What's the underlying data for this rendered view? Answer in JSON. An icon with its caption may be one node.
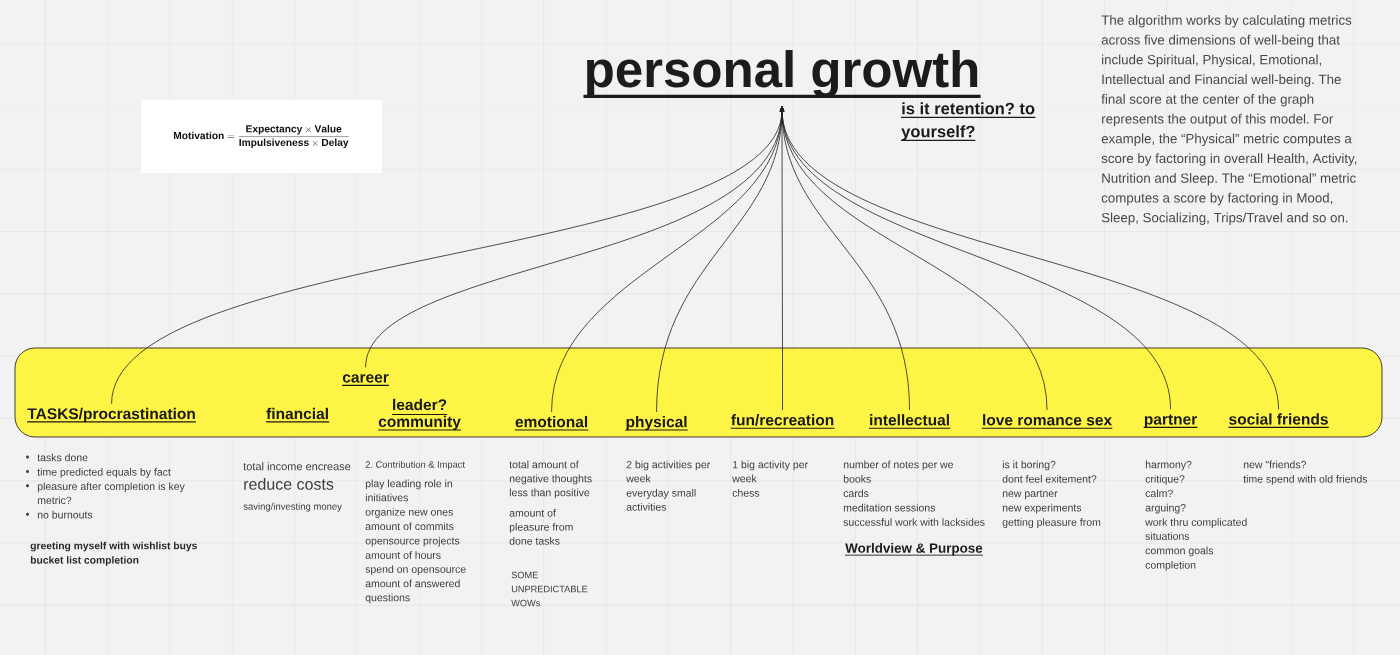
{
  "diagram": {
    "nodes": [
      {
        "text": [
          "personal growth"
        ]
      },
      {
        "text": [
          "\\mathbf{Motivation} = \\frac{\\mathbf{Expectancy} \\times \\mathbf{Value}}{\\mathbf{Impulsiveness} \\times \\mathbf{Delay}}"
        ]
      },
      {
        "text": [],
        "shape": "box"
      },
      {
        "text": [
          "TASKS/procrastination"
        ],
        "in": 2
      },
      {
        "text": [
          "financial"
        ],
        "in": 2
      },
      {
        "text": [
          "career"
        ],
        "in": 2
      },
      {
        "text": [
          "leader? community"
        ],
        "in": 2
      },
      {
        "text": [
          "emotional"
        ],
        "in": 2
      },
      {
        "text": [
          "physical"
        ],
        "in": 2
      },
      {
        "text": [
          "fun/recreation"
        ],
        "in": 2
      },
      {
        "text": [
          "intellectual"
        ],
        "in": 2
      },
      {
        "text": [
          "love romance sex"
        ],
        "in": 2
      },
      {
        "text": [
          "partner"
        ],
        "in": 2
      },
      {
        "text": [
          "social friends"
        ],
        "in": 2
      }
    ],
    "edges": [
      {
        "from": 3,
        "to": 0,
        "arrow": "to"
      },
      {
        "from": 5,
        "to": 0,
        "arrow": "to"
      },
      {
        "from": 7,
        "to": 0,
        "arrow": "to"
      },
      {
        "from": 8,
        "to": 0,
        "arrow": "to"
      },
      {
        "from": 9,
        "to": 0,
        "arrow": "to"
      },
      {
        "from": 10,
        "to": 0,
        "arrow": "to"
      },
      {
        "from": 11,
        "to": 0,
        "arrow": "to"
      },
      {
        "from": 12,
        "to": 0,
        "arrow": "to"
      },
      {
        "from": 13,
        "to": 0,
        "arrow": "to"
      }
    ],
    "labels": [
      "is it retention? to yourself?",
      "The algorithm works by calculating metrics across five dimensions of well-being that include Spiritual, Physical, Emotional, Intellectual and Financial well-being. The final score at the center of the graph represents the output of this model. For example, the “Physical” metric computes a score by factoring in overall Health, Activity, Nutrition and Sleep. The “Emotional” metric computes a score by factoring in Mood, Sleep, Socializing, Trips/Travel and so on.",
      "tasks done",
      "time predicted equals by fact",
      "pleasure after completion is key metric?",
      "no burnouts",
      "greeting myself with wishlist buys",
      "bucket list completion",
      "total income encrease",
      "reduce costs",
      "saving/investing money",
      "2. Contribution & Impact",
      "play leading role in initiatives",
      "organize new ones",
      "amount of commits",
      "opensource projects",
      "amount of hours spend on opensource",
      "amount of answered questions",
      "total amount of negative thoughts less than positive",
      "amount of pleasure from done tasks",
      "SOME UNPREDICTABLE WOWs",
      "2 big activities per week",
      "everyday small activities",
      "1 big activity per week",
      "chess",
      "number of notes per we",
      "books",
      "cards",
      "meditation sessions",
      "successful work with lacksides",
      "Worldview & Purpose",
      "is it boring?",
      "dont feel exitement?",
      "new partner",
      "new experiments",
      "getting pleasure from",
      "harmony?",
      "critique?",
      "calm?",
      "arguing?",
      "work thru complicated situations",
      "common goals",
      "completion",
      "new \"friends?",
      "time spend with old friends"
    ]
  }
}
